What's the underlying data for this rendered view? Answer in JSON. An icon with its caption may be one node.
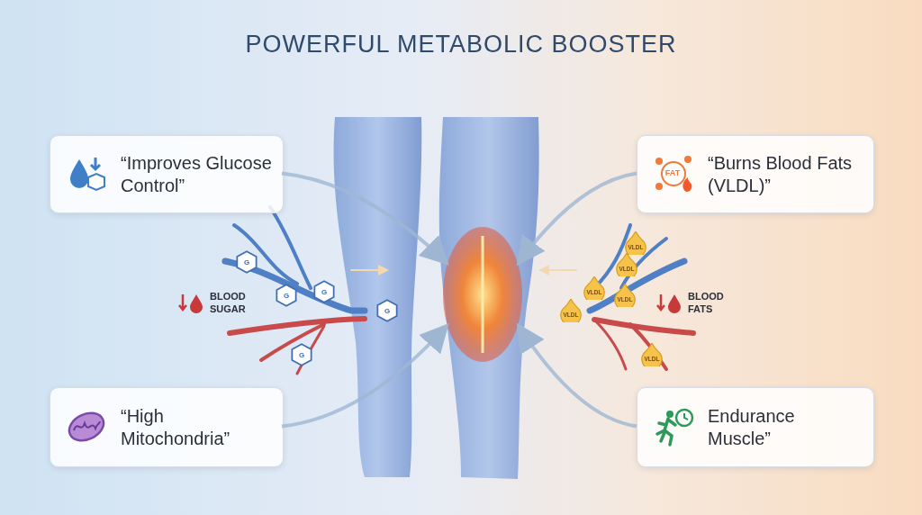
{
  "diagram": {
    "title": "POWERFUL METABOLIC BOOSTER",
    "nodes": [
      {
        "text": [
          "“Improves Glucose Control”"
        ]
      },
      {
        "text": [
          "“Burns Blood Fats (VLDL)”"
        ]
      },
      {
        "text": [],
        "shape": "picture"
      },
      {
        "text": [
          "G"
        ]
      },
      {
        "text": [
          "VLDL"
        ]
      },
      {
        "text": [
          "VLDL"
        ]
      },
      {
        "text": [
          "G"
        ]
      },
      {
        "text": [
          "G"
        ]
      },
      {
        "text": [
          "VLDL"
        ]
      },
      {
        "text": [
          "VLDL"
        ]
      },
      {
        "text": [
          "G"
        ]
      },
      {
        "text": [
          "VLDL"
        ]
      },
      {
        "text": [
          "G"
        ]
      },
      {
        "text": [
          "VLDL"
        ]
      },
      {
        "text": [
          "“High Mitochondria”"
        ]
      },
      {
        "text": [
          "Endurance Muscle”"
        ]
      }
    ],
    "edges": [
      {
        "from": 0,
        "to": 2,
        "arrow": "to"
      },
      {
        "from": 1,
        "to": 2,
        "arrow": "to"
      },
      {
        "from": 14,
        "to": 2,
        "arrow": "to"
      },
      {
        "from": 15,
        "to": 2,
        "arrow": "to"
      }
    ],
    "labels": [
      "FAT",
      "BLOOD SUGAR",
      "BLOOD FATS"
    ]
  }
}
